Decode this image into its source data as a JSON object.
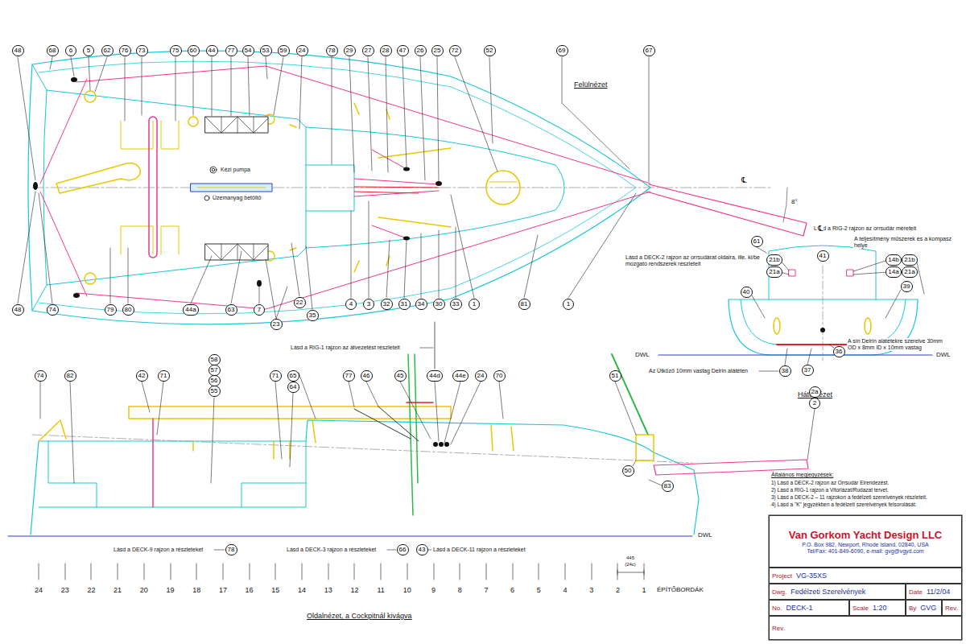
{
  "diagram": {
    "nodes": [
      {
        "text": [
          "Van Gorkom Yacht Design LLC",
          "P.O. Box 982, Newport, Rhode Island, 02840, USA",
          "Tel/Fax: 401-849-6090, e-mail: gvg@vgyd.com"
        ]
      },
      {
        "text": [
          "Project",
          "VG-35XS"
        ]
      },
      {
        "text": [
          "Dwg.",
          "Fedélzeti Szerelvények"
        ]
      },
      {
        "text": [
          "Date",
          "11/2/04"
        ]
      },
      {
        "text": [
          "No.",
          "DECK-1"
        ]
      },
      {
        "text": [
          "Scale",
          "1:20"
        ]
      },
      {
        "text": [
          "By",
          "GVG"
        ]
      },
      {
        "text": [
          "Rev."
        ]
      },
      {
        "text": [
          "Rev."
        ]
      }
    ],
    "labels": [
      "48",
      "68",
      "6",
      "5",
      "62",
      "76",
      "73",
      "75",
      "60",
      "44",
      "77",
      "54",
      "53",
      "59",
      "24",
      "78",
      "29",
      "27",
      "28",
      "47",
      "26",
      "25",
      "72",
      "52",
      "69",
      "67",
      "48",
      "74",
      "79",
      "80",
      "44a",
      "63",
      "7",
      "23",
      "22",
      "35",
      "4",
      "3",
      "32",
      "31",
      "34",
      "30",
      "33",
      "1",
      "81",
      "1",
      "Felülnézet",
      "Kézi pumpa",
      "Üzemanyag betöltő",
      "℄",
      "8°",
      "Lásd a RIG-2 rajzon az orrsudár méreteit",
      "Lásd a DECK-2 rajzon az orrsudárat oldalra, ille. ki/be mozgató rendszerek részleteit",
      "21b",
      "21a",
      "61",
      "41",
      "A teljesítmény műszerek és a kompasz helye",
      "14b",
      "14a",
      "21b",
      "21a",
      "40",
      "39",
      "DWL",
      "DWL",
      "Az Ütköző 10mm vastag Delrin alátéten",
      "38",
      "37",
      "36",
      "A sín Delrin alátétekre szerelve 30mm OD x 8mm ID x 10mm vastag",
      "Hátulnézet",
      "℄",
      "74",
      "82",
      "42",
      "71",
      "58",
      "57",
      "56",
      "55",
      "71",
      "65",
      "64",
      "77",
      "46",
      "45",
      "44d",
      "44e",
      "24",
      "70",
      "51",
      "50",
      "83",
      "2a",
      "2",
      "Lásd a RIG-1 rajzon az átvezetést részleteit",
      "DWL",
      "Lásd a DECK-9 rajzon a részleteket",
      "78",
      "Lásd a DECK-3 rajzon a részleteket",
      "66",
      "43",
      "Lásd a DECK-11 rajzon a részleteket",
      "24",
      "23",
      "22",
      "21",
      "20",
      "19",
      "18",
      "17",
      "16",
      "15",
      "14",
      "13",
      "12",
      "11",
      "10",
      "9",
      "8",
      "7",
      "6",
      "5",
      "4",
      "3",
      "2",
      "1",
      "445",
      "(24c)",
      "ÉPÍTŐBORDÁK",
      "Oldalnézet, a Cockpitnál kivágva",
      "Általános megjegyzések:",
      "1) Lásd a DECK-2 rajzon az Orrsudár Elrendezést.",
      "2) Lásd a RIG-1 rajzon a Vitorlázat/Rudazat tervet.",
      "3) Lásd a DECK-2 – 11 rajzokon a fedélzeti szerelvények részleteit.",
      "4) Lásd a \"K\" jegyzékben a fedélzeti szerelvények felsorolását."
    ]
  }
}
